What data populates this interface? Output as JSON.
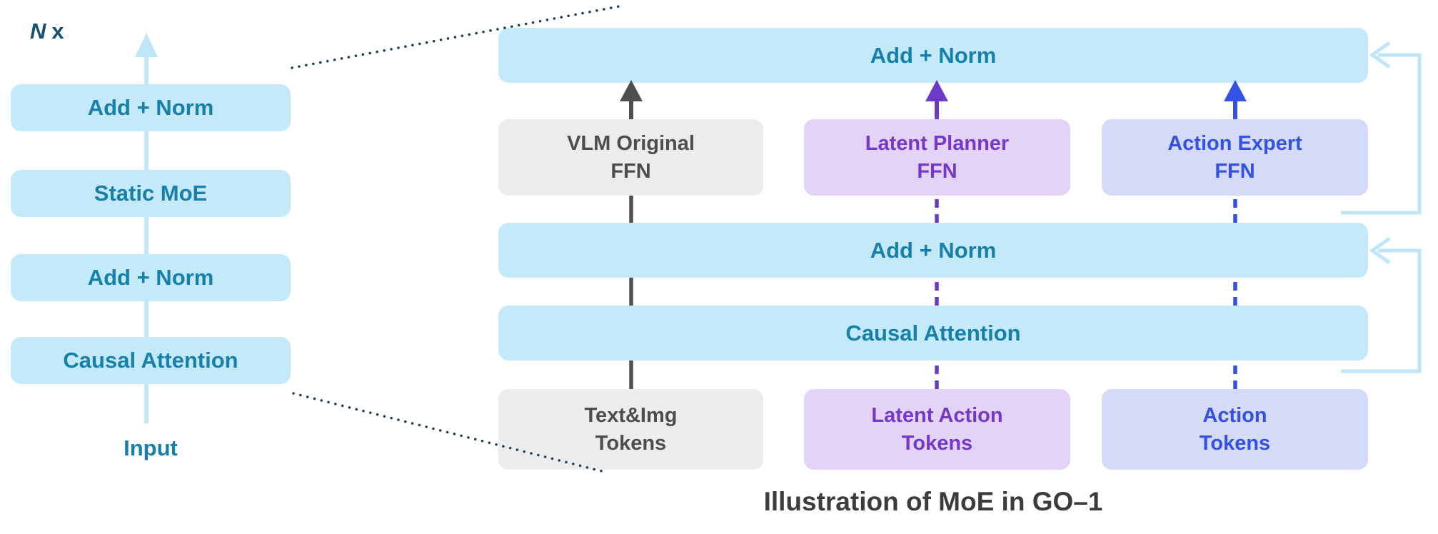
{
  "colors": {
    "light_blue_box": "#C4E9F9",
    "teal_text": "#1780AA",
    "gray_box": "#ECECEC",
    "gray_text": "#4D4D4D",
    "purple_box": "#E3D3F7",
    "purple_text": "#7538C8",
    "lavender_box": "#D4DAF8",
    "blue_text": "#3351E2",
    "dark_arrow": "#4F4F4F",
    "purple_arrow": "#6B3ACB",
    "blue_arrow": "#3351E2",
    "residual_line": "#BEE6F7",
    "dotted_line": "#1C3C55",
    "title_text": "#3C3C3C"
  },
  "left_stack": {
    "repeat_label_n": "N",
    "repeat_label_x": "x",
    "blocks": [
      "Add + Norm",
      "Static MoE",
      "Add + Norm",
      "Causal Attention"
    ],
    "input_label": "Input"
  },
  "right_diagram": {
    "top_add_norm_label": "Add + Norm",
    "mid_add_norm_label": "Add + Norm",
    "causal_attention_label": "Causal Attention",
    "experts": [
      {
        "line1": "VLM Original",
        "line2": "FFN"
      },
      {
        "line1": "Latent Planner",
        "line2": "FFN"
      },
      {
        "line1": "Action Expert",
        "line2": "FFN"
      }
    ],
    "tokens": [
      {
        "line1": "Text&Img",
        "line2": "Tokens"
      },
      {
        "line1": "Latent Action",
        "line2": "Tokens"
      },
      {
        "line1": "Action",
        "line2": "Tokens"
      }
    ]
  },
  "caption": "Illustration of MoE in GO–1"
}
